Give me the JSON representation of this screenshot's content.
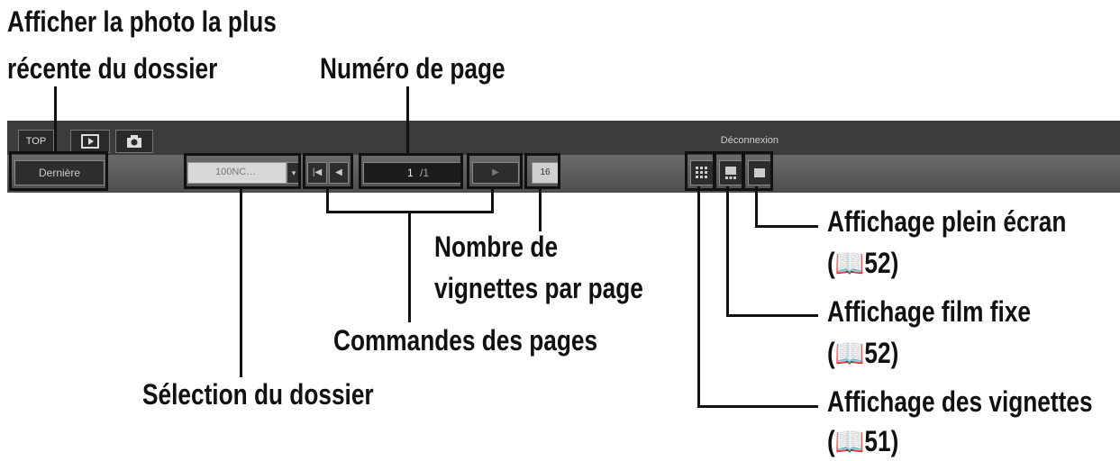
{
  "callouts": {
    "afficher_line1": "Afficher la photo la plus",
    "afficher_line2": "récente du dossier",
    "numero_page": "Numéro de page",
    "nombre_line1": "Nombre de",
    "nombre_line2": "vignettes par page",
    "commandes": "Commandes des pages",
    "selection": "Sélection du dossier",
    "plein_ecran": "Affichage plein écran",
    "plein_ecran_ref": "(📖52)",
    "film_fixe": "Affichage film fixe",
    "film_fixe_ref": "(📖52)",
    "vignettes": "Affichage des vignettes",
    "vignettes_ref": "(📖51)"
  },
  "toolbar": {
    "tab_top": "TOP",
    "tab_slideshow_icon": "slideshow-icon",
    "tab_camera_icon": "camera-icon",
    "logout": "Déconnexion",
    "derniere": "Dernière",
    "folder_value": "100NC…",
    "first_page_glyph": "|◀",
    "prev_page_glyph": "◀",
    "page_current": "1",
    "page_total": "/1",
    "next_page_glyph": "▶",
    "thumbs_per_page": "16",
    "thumbnail_view_icon": "grid-icon",
    "filmstrip_view_icon": "filmstrip-icon",
    "fullscreen_view_icon": "fullscreen-icon"
  },
  "colors": {
    "bar_dark": "#3c3c3c",
    "bar_mid": "#5e5e5e",
    "annotation": "#111111"
  }
}
